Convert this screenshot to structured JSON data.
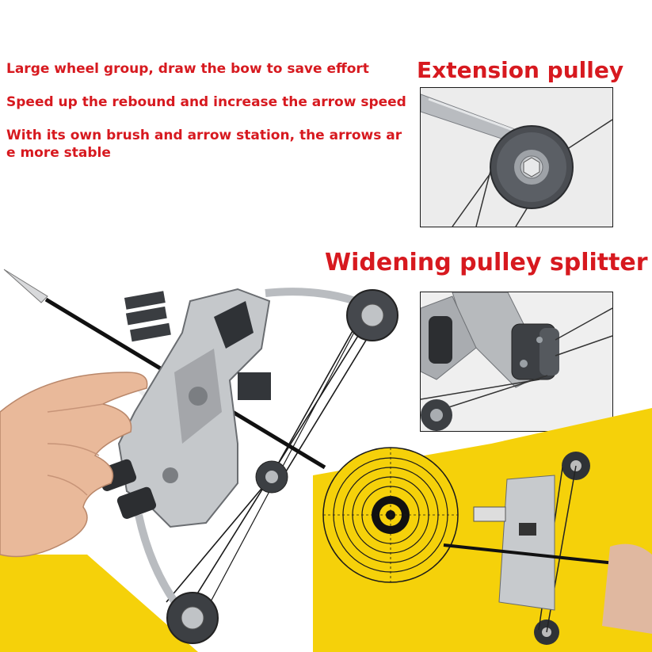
{
  "features": [
    "Large wheel group, draw the bow to save effort",
    "Speed up the rebound and increase the arrow speed",
    "With its own brush and arrow station, the arrows ar\ne more stable"
  ],
  "callouts": {
    "extension": "Extension pulley",
    "splitter": "Widening pulley splitter"
  },
  "colors": {
    "accent_red": "#d7191f",
    "target_yellow": "#f5d10a",
    "box_border": "#1a1a1a"
  },
  "icons": [
    "compound-bow",
    "pulley-wheel",
    "arrow",
    "archery-target",
    "hand"
  ]
}
